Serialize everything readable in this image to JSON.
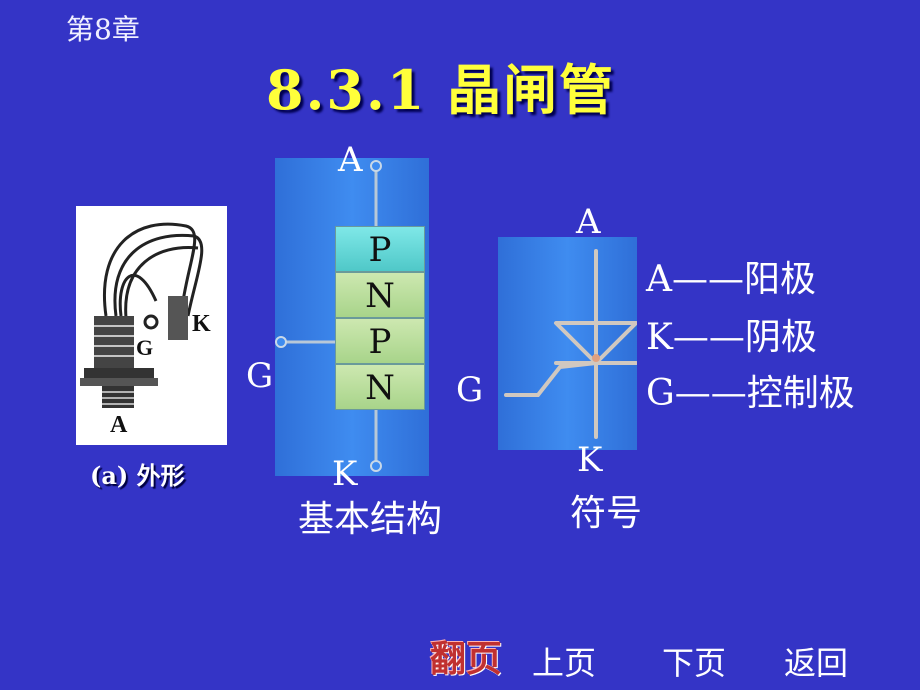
{
  "slide": {
    "chapter": "第8章",
    "title": "8.3.1 晶闸管"
  },
  "appearance": {
    "photo_labels": {
      "k": "K",
      "g": "G",
      "a": "A"
    },
    "caption": "(a) 外形"
  },
  "structure": {
    "layers": [
      "P",
      "N",
      "P",
      "N"
    ],
    "terminal_a": "A",
    "terminal_g": "G",
    "terminal_k": "K",
    "caption": "基本结构"
  },
  "symbol": {
    "terminal_a": "A",
    "terminal_g": "G",
    "terminal_k": "K",
    "caption": "符号"
  },
  "legend": [
    "A——阳极",
    "K——阴极",
    "G——控制极"
  ],
  "nav": {
    "turn_page": "翻页",
    "prev": "上页",
    "next": "下页",
    "back": "返回"
  }
}
